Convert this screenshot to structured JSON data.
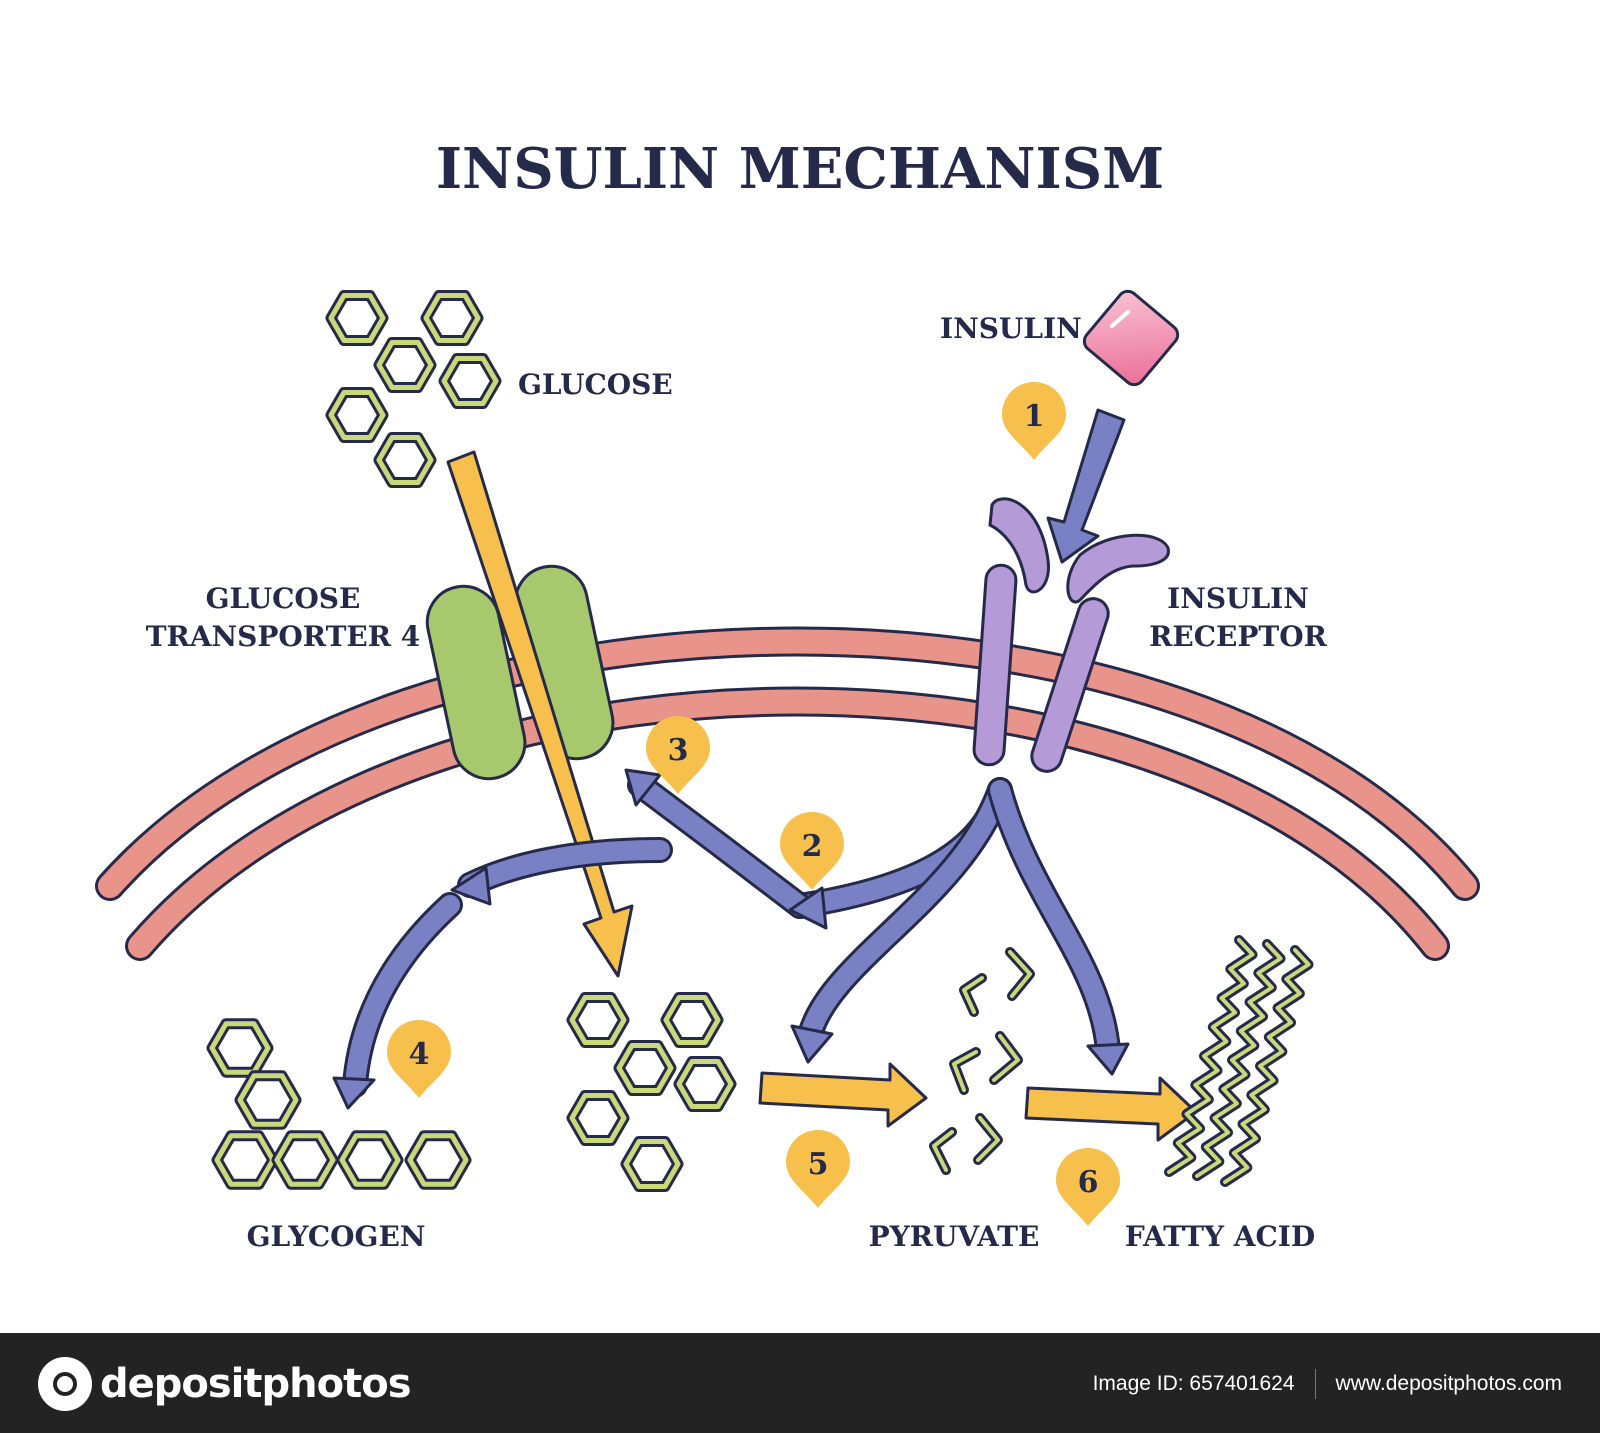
{
  "title": "INSULIN MECHANISM",
  "labels": {
    "glucose": "GLUCOSE",
    "insulin": "INSULIN",
    "glut4_line1": "GLUCOSE",
    "glut4_line2": "TRANSPORTER 4",
    "receptor_line1": "INSULIN",
    "receptor_line2": "RECEPTOR",
    "glycogen": "GLYCOGEN",
    "pyruvate": "PYRUVATE",
    "fatty_acid": "FATTY ACID"
  },
  "steps": [
    "1",
    "2",
    "3",
    "4",
    "5",
    "6"
  ],
  "colors": {
    "membrane": "#e8948a",
    "transporter": "#a8c86e",
    "receptor": "#b49ad6",
    "insulin": "#f28fb0",
    "signal_arrow": "#7a80c4",
    "flow_arrow": "#f7c04c",
    "badge": "#f7c04c",
    "hexagon": "#c9d97a",
    "outline": "#262a4a"
  },
  "footer": {
    "brand": "depositphotos",
    "image_id": "Image ID: 657401624",
    "site": "www.depositphotos.com"
  }
}
